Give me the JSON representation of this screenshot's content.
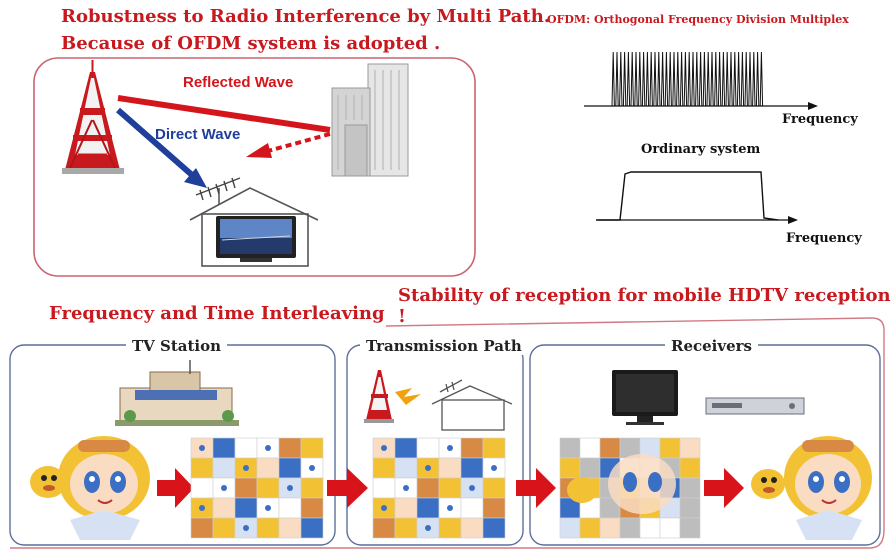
{
  "header": {
    "line1": "Robustness to Radio Interference by Multi Path.",
    "line2": "Because of OFDM system is adopted ."
  },
  "multipath": {
    "reflected_label": "Reflected Wave",
    "direct_label": "Direct Wave"
  },
  "ofdm": {
    "title": "OFDM: Orthogonal Frequency Division Multiplex",
    "axis_label": "Frequency"
  },
  "ordinary": {
    "title": "Ordinary system",
    "axis_label": "Frequency"
  },
  "stability": "Stability of reception for mobile HDTV reception !",
  "interleaving": {
    "title": "Frequency and Time Interleaving",
    "panels": {
      "station": "TV Station",
      "path": "Transmission Path",
      "receivers": "Receivers"
    }
  },
  "colors": {
    "title_red": "#c8191f",
    "direct_wave": "#1f3f9a",
    "reflected_wave": "#d4161c",
    "panel_border": "#5d6f9a",
    "frame_border": "#d27a84",
    "flow_arrow": "#d8141a"
  }
}
